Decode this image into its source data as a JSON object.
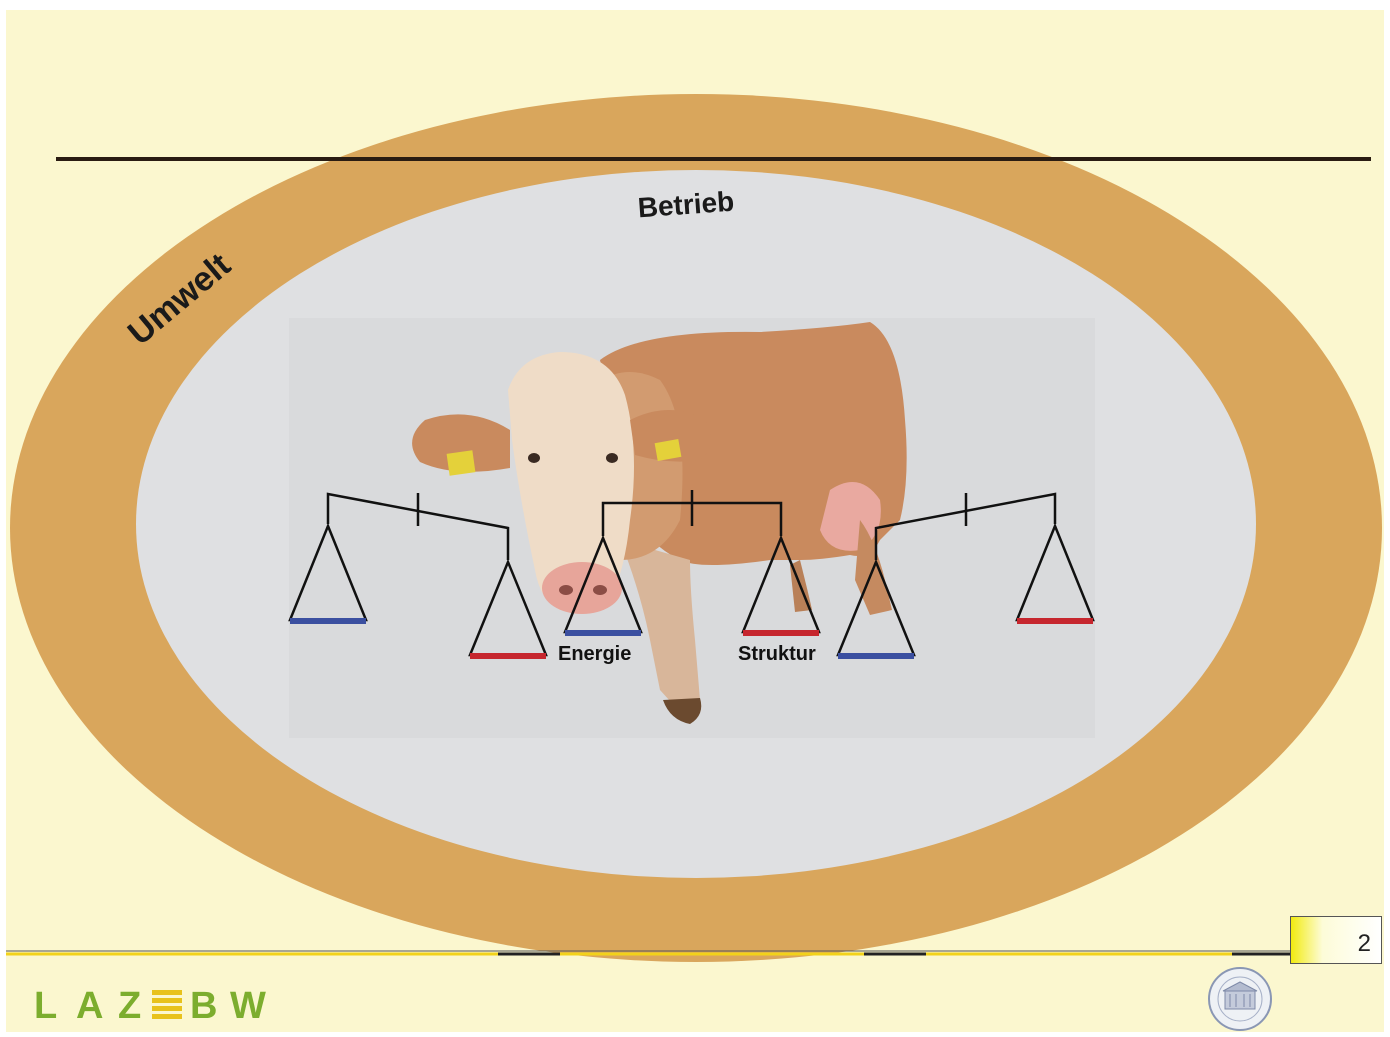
{
  "slide": {
    "page_number": "2",
    "logo_text": "LAZBW"
  },
  "diagram": {
    "outer_label": "Umwelt",
    "inner_label": "Betrieb",
    "scale_left_label": "Energie",
    "scale_right_label": "Struktur"
  },
  "colors": {
    "background": "#fbf7cf",
    "outer_ring": "#d9a65c",
    "inner_field": "#dfe0e2",
    "blue_pan": "#3b4fa0",
    "red_pan": "#c6262e",
    "logo_green": "#7cad2e",
    "footer_line": "#f2d21a"
  }
}
